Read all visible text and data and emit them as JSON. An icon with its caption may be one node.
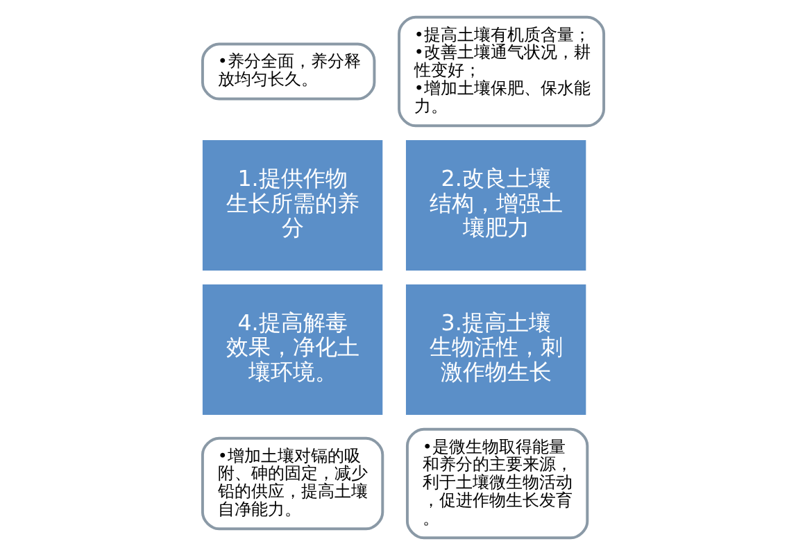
{
  "diagram": {
    "nodes": [
      {
        "text": [
          "•养分全面，养分释放均匀长久。"
        ]
      },
      {
        "text": [
          "•提高土壤有机质含量；",
          "•改善土壤通气状况，耕性变好；",
          "•增加土壤保肥、保水能力。"
        ]
      },
      {
        "text": [
          "1.提供作物生长所需的养分"
        ]
      },
      {
        "text": [
          "2.改良土壤结构，增强土壤肥力"
        ]
      },
      {
        "text": [
          "4.提高解毒效果，净化土壤环境。"
        ]
      },
      {
        "text": [
          "3.提高土壤生物活性，刺激作物生长"
        ]
      },
      {
        "text": [
          "•增加土壤对镉的吸附、砷的固定，减少铅的供应，提高土壤自净能力。"
        ]
      },
      {
        "text": [
          "•是微生物取得能量和养分的主要来源，利于土壤微生物活动，促进作物生长发育。"
        ]
      }
    ]
  }
}
